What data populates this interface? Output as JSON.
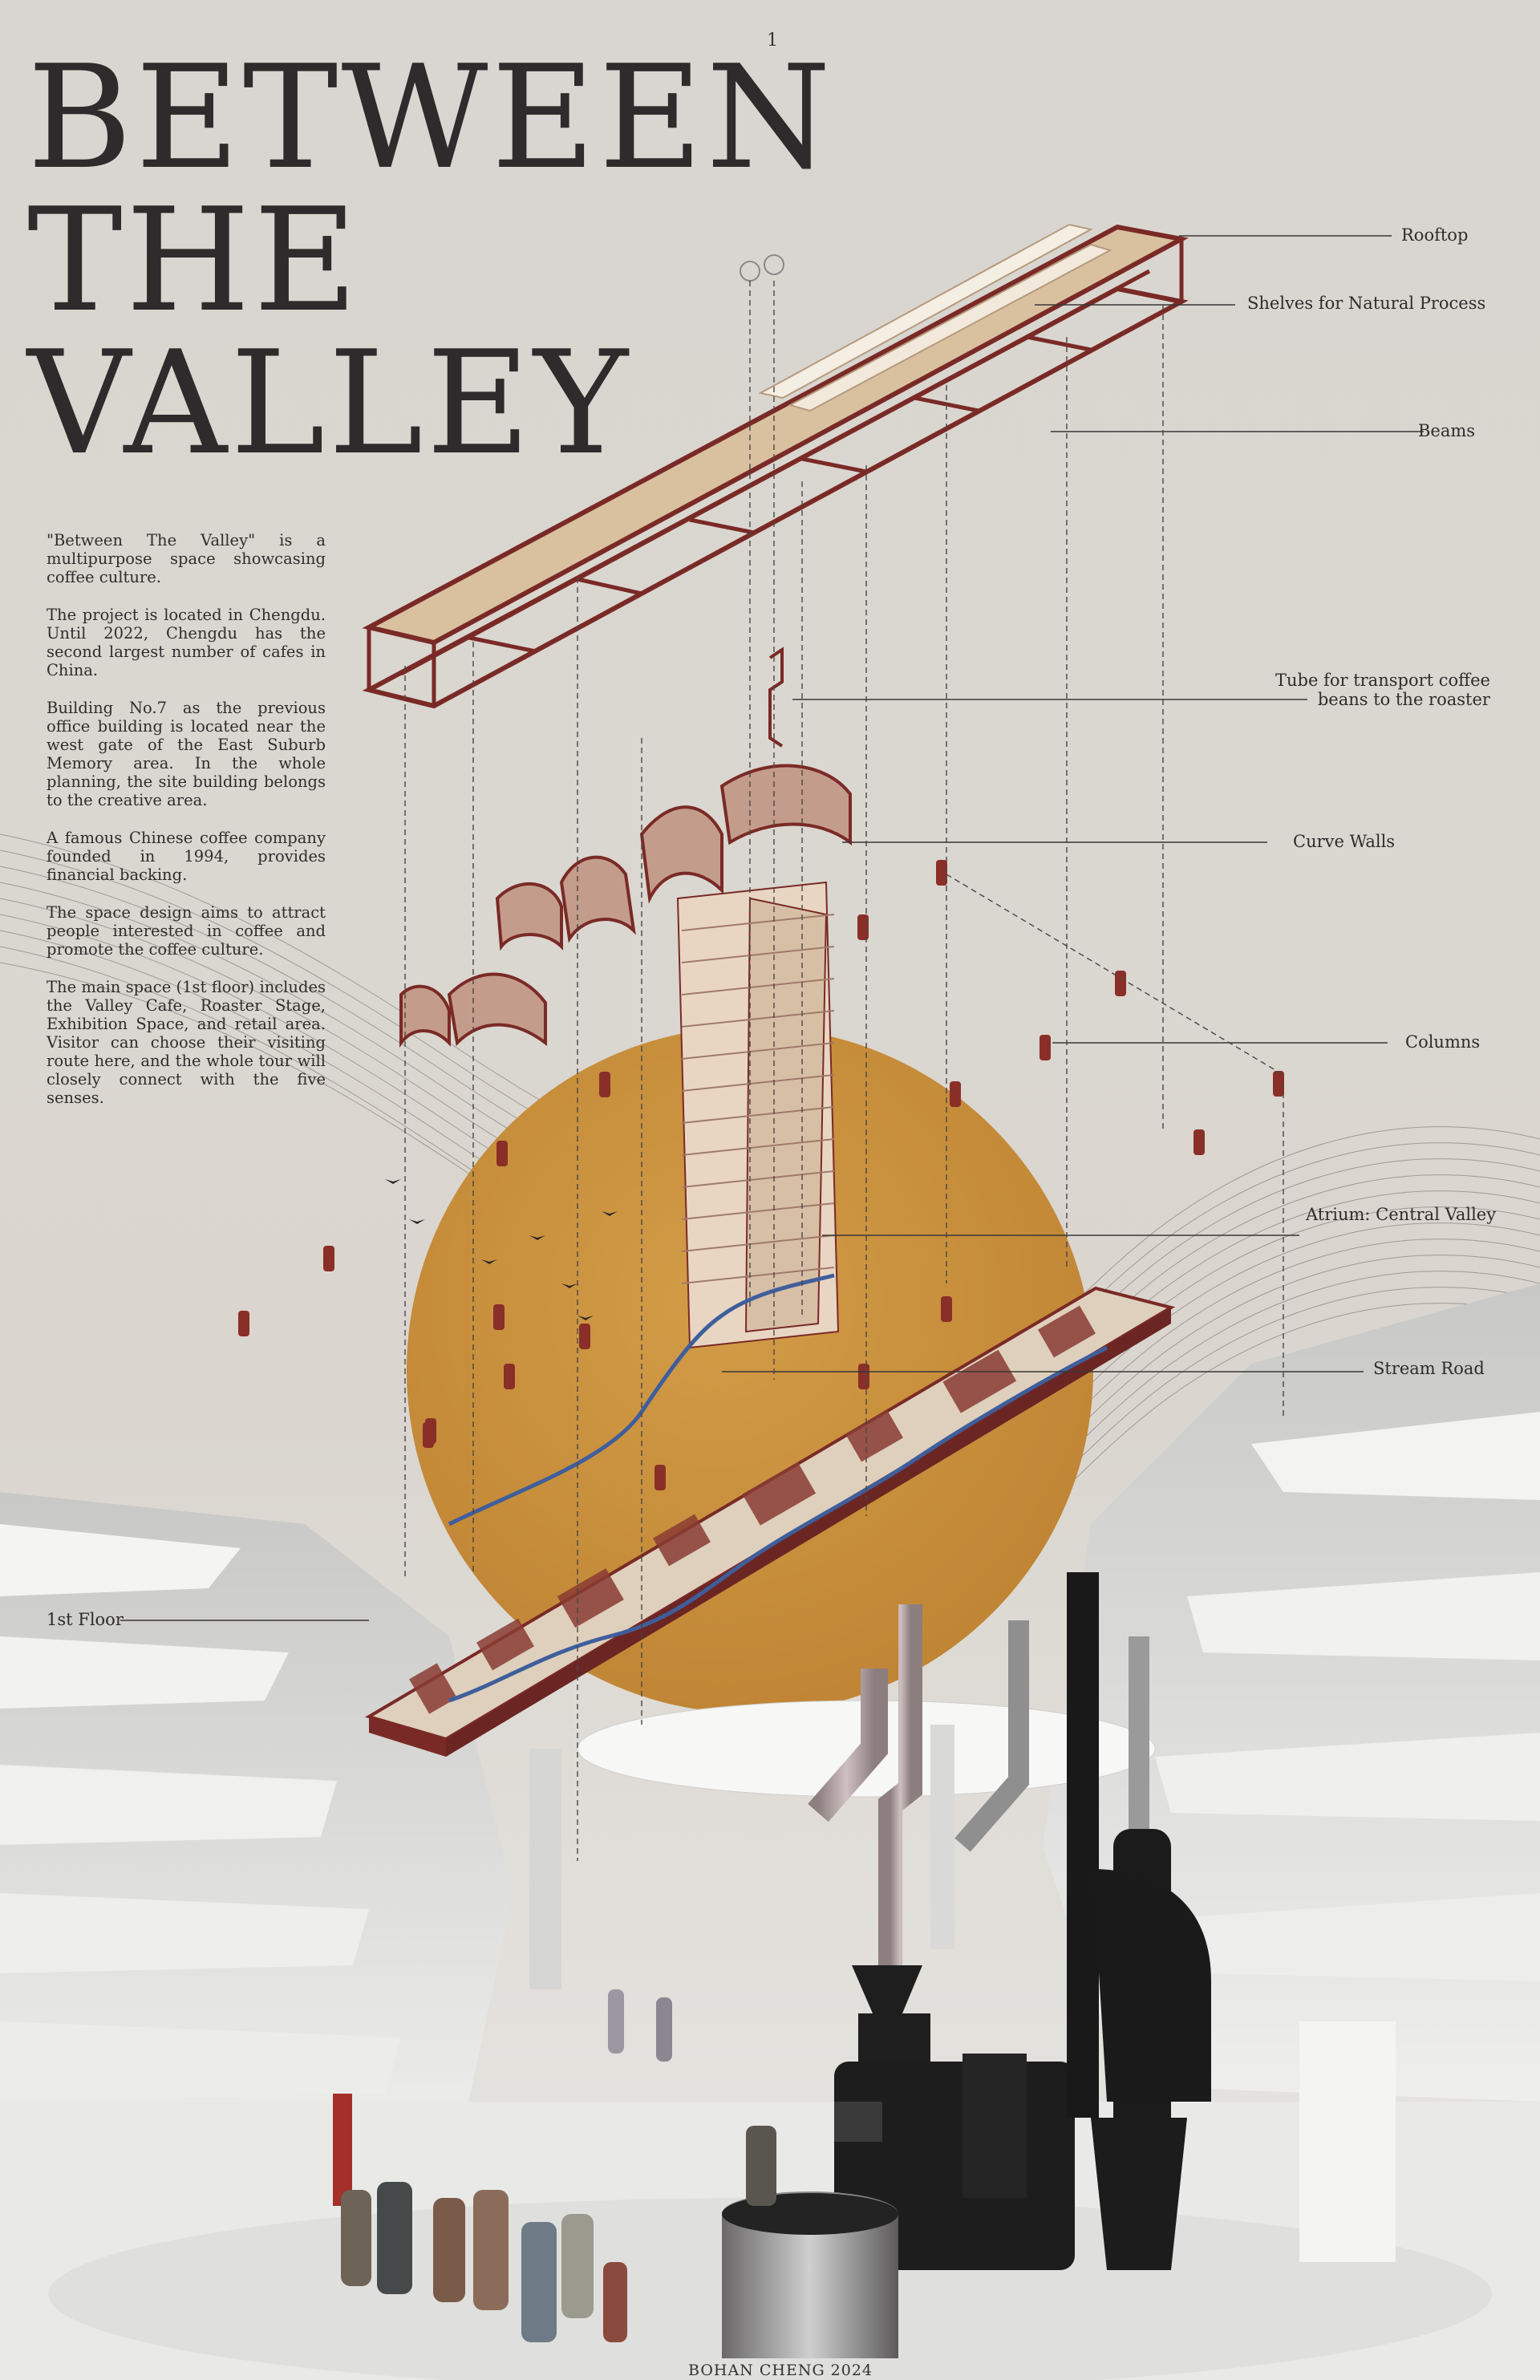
{
  "title": {
    "line1": "BETWEEN",
    "line2": "THE",
    "line3": "VALLEY"
  },
  "page_number": "1",
  "description": [
    "\"Between The Valley\" is a multipurpose space showcasing coffee culture.",
    "The project is located in Chengdu. Until 2022, Chengdu has the second largest number of cafes in China.",
    "Building No.7 as the previous office building is located near the west gate of the East Suburb Memory area. In the whole planning, the site building belongs to the creative area.",
    "A famous Chinese coffee company founded in 1994, provides financial backing.",
    "The space design aims to attract people interested in coffee and promote the coffee culture.",
    "The main space (1st floor) includes the Valley Cafe, Roaster Stage, Exhibition Space, and retail area. Visitor can choose their visiting route here, and the whole tour will closely connect with the five senses."
  ],
  "labels": {
    "rooftop": "Rooftop",
    "shelves": "Shelves for Natural Process",
    "beams": "Beams",
    "tube_line1": "Tube for transport coffee",
    "tube_line2": "beans to the roaster",
    "curve_walls": "Curve Walls",
    "columns": "Columns",
    "atrium": "Atrium: Central Valley",
    "stream_road": "Stream Road",
    "first_floor": "1st Floor"
  },
  "footer": "BOHAN CHENG 2024",
  "colors": {
    "background": "#dcd8d1",
    "sun_disc": "#c98f3a",
    "structure_red": "#7a2a26",
    "deck_beige": "#dcc3a4",
    "roaster_black": "#1d1c1c",
    "stream_blue": "#3f5e9c"
  }
}
